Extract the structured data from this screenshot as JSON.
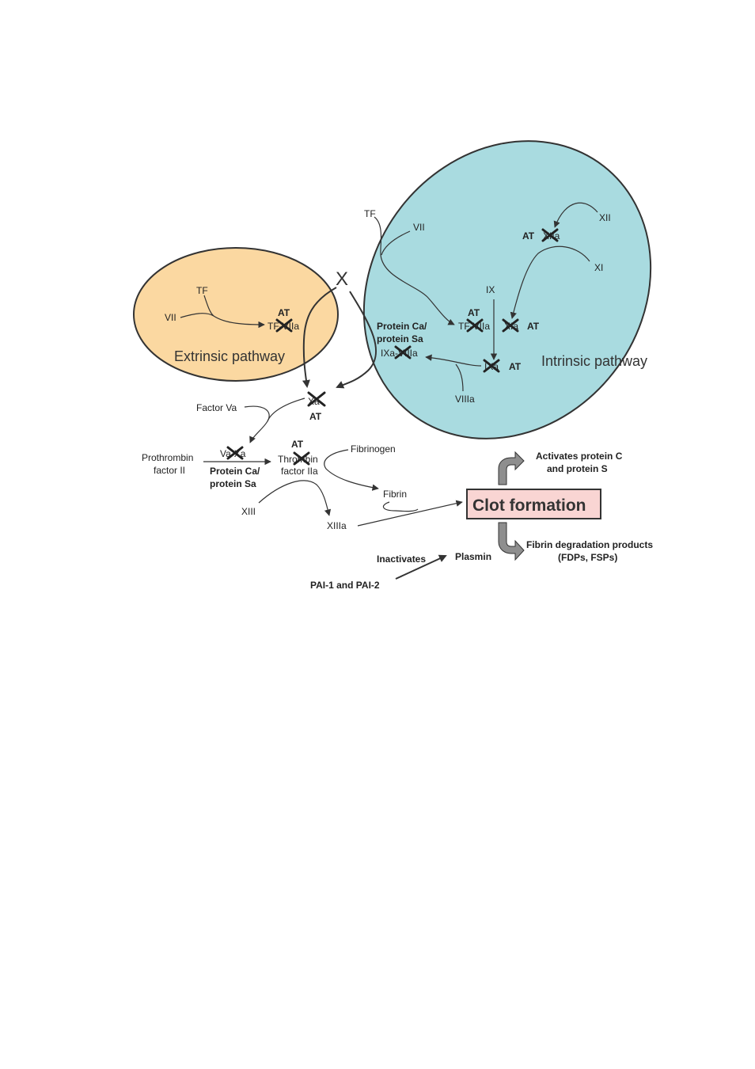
{
  "colors": {
    "extrinsic_fill": "#fbd8a1",
    "intrinsic_fill": "#a9dbe0",
    "clot_box_fill": "#f9d5d3",
    "curved_arrow_fill": "#8e8e8e",
    "line": "#333333"
  },
  "pathways": {
    "extrinsic": "Extrinsic pathway",
    "intrinsic": "Intrinsic pathway"
  },
  "extrinsic": {
    "tf": "TF",
    "vii": "VII",
    "at": "AT",
    "tf_viia": "TF-VIIa"
  },
  "intrinsic": {
    "tf": "TF",
    "vii": "VII",
    "xii": "XII",
    "at_xiia": "AT",
    "xiia": "XIIa",
    "xi": "XI",
    "ix": "IX",
    "at_tf_viia": "AT",
    "tf_viia": "TF-VIIa",
    "xia": "XIa",
    "at_xia": "AT",
    "protein_ca": "Protein Ca/",
    "protein_sa": "protein Sa",
    "ixa_viiia": "IXa-VIIIa",
    "ixa": "IXa",
    "at_ixa": "AT",
    "viiia": "VIIIa"
  },
  "common": {
    "x": "X",
    "xa": "Xa",
    "at_xa": "AT",
    "factor_va": "Factor Va",
    "prothrombin_1": "Prothrombin",
    "prothrombin_2": "factor II",
    "va_xa": "Va-Xa",
    "protein_ca": "Protein Ca/",
    "protein_sa": "protein Sa",
    "at_thrombin": "AT",
    "thrombin_1": "Thrombin",
    "thrombin_2": "factor IIa",
    "fibrinogen": "Fibrinogen",
    "fibrin": "Fibrin",
    "xiii": "XIII",
    "xiiia": "XIIIa"
  },
  "outcome": {
    "clot": "Clot formation",
    "activates_1": "Activates protein C",
    "activates_2": "and protein S",
    "fdp_1": "Fibrin degradation products",
    "fdp_2": "(FDPs, FSPs)",
    "plasmin": "Plasmin",
    "inactivates": "Inactivates",
    "pai": "PAI-1 and PAI-2"
  }
}
